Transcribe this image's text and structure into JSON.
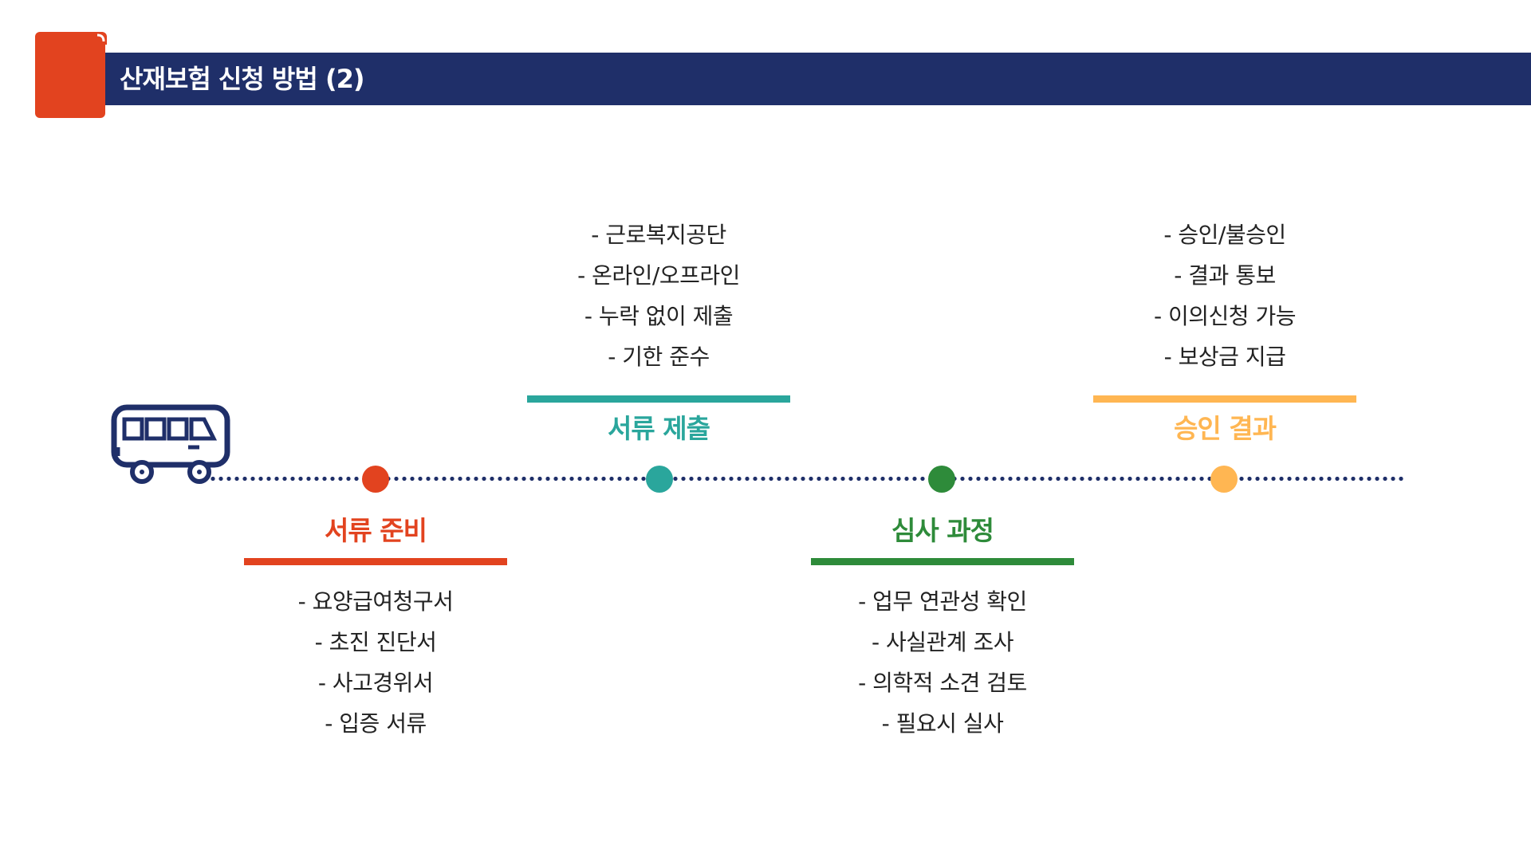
{
  "header": {
    "title": "산재보험 신청 방법 (2)",
    "bar_color": "#1f2f69",
    "icon": "book-icon",
    "icon_color": "#e2431f"
  },
  "timeline": {
    "vehicle_icon": "bus-icon",
    "line_color": "#1f2f69",
    "stages": [
      {
        "label": "서류 준비",
        "color": "#e2431f",
        "items": [
          "- 요양급여청구서",
          "- 초진 진단서",
          "- 사고경위서",
          "- 입증 서류"
        ]
      },
      {
        "label": "서류 제출",
        "color": "#2aa69c",
        "items": [
          "- 근로복지공단",
          "- 온라인/오프라인",
          "- 누락 없이 제출",
          "- 기한 준수"
        ]
      },
      {
        "label": "심사 과정",
        "color": "#2e8b3a",
        "items": [
          "- 업무 연관성 확인",
          "- 사실관계 조사",
          "- 의학적 소견 검토",
          "- 필요시 실사"
        ]
      },
      {
        "label": "승인 결과",
        "color": "#ffb652",
        "items": [
          "- 승인/불승인",
          "- 결과 통보",
          "- 이의신청 가능",
          "- 보상금 지급"
        ]
      }
    ]
  }
}
